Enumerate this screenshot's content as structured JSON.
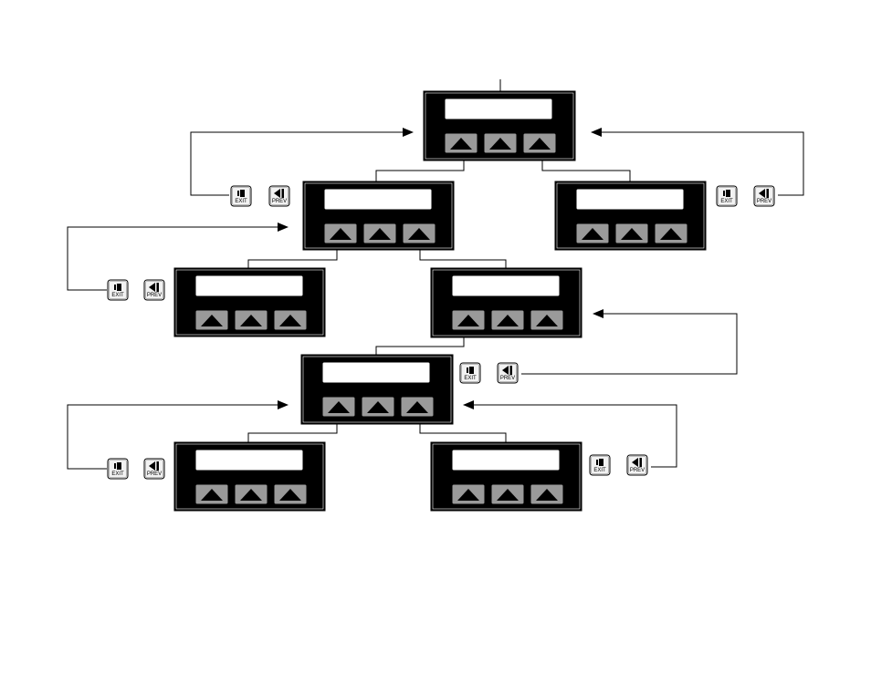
{
  "keys": {
    "exit_label": "EXIT",
    "prev_label": "PREV"
  },
  "displays": [
    {
      "id": "top",
      "screen_text": ""
    },
    {
      "id": "level2-left",
      "screen_text": ""
    },
    {
      "id": "level2-right",
      "screen_text": ""
    },
    {
      "id": "level3-left",
      "screen_text": ""
    },
    {
      "id": "level3-right",
      "screen_text": ""
    },
    {
      "id": "level4",
      "screen_text": ""
    },
    {
      "id": "level5-left",
      "screen_text": ""
    },
    {
      "id": "level5-right",
      "screen_text": ""
    }
  ],
  "icons": {
    "exit": "door-exit-icon",
    "prev": "back-triangle-icon",
    "softkey": "up-triangle-icon"
  },
  "colors": {
    "panel": "#000000",
    "screen": "#ffffff",
    "softkey": "#9a9a9a",
    "line": "#000000"
  }
}
